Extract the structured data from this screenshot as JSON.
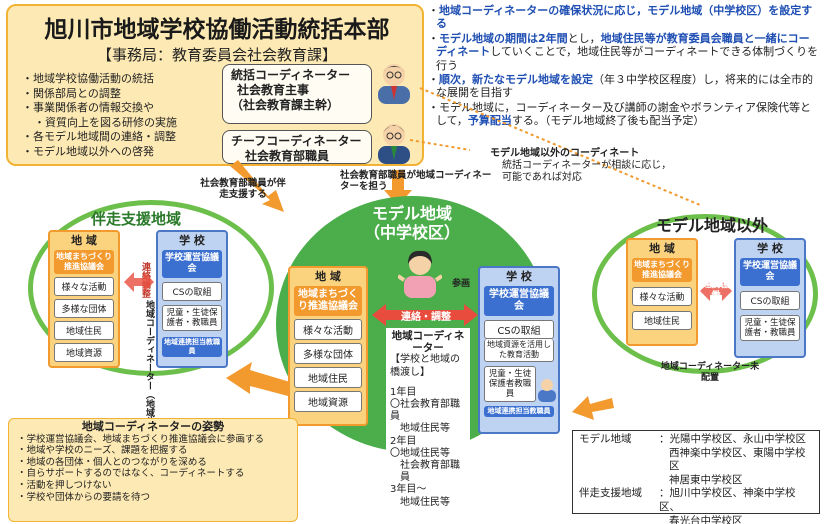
{
  "headquarters": {
    "title": "旭川市地域学校協働活動統括本部",
    "subtitle": "【事務局：教育委員会社会教育課】",
    "duties": [
      "地域学校協働活動の統括",
      "関係部局との調整",
      "事業関係者の情報交換や",
      "資質向上を図る研修の実施",
      "各モデル地域間の連絡・調整",
      "モデル地域以外への啓発"
    ],
    "role1": {
      "line1": "統括コーディネーター",
      "line2": "社会教育主事",
      "line3": "（社会教育課主幹）"
    },
    "role2": {
      "line1": "チーフコーディネーター",
      "line2": "社会教育部職員"
    }
  },
  "notes": [
    {
      "pre": "",
      "hl": "地域コーディネーターの確保状況に応じ，モデル地域（中学校区）を設定する",
      "post": ""
    },
    {
      "pre": "",
      "hl": "モデル地域の期間は2年間",
      "post": "とし，",
      "hl2": "地域住民等が教育委員会職員と一緒にコーディネート",
      "post2": "していくことで，地域住民等がコーディネートできる体制づくりを行う"
    },
    {
      "pre": "",
      "hl": "順次，新たなモデル地域を設定",
      "post": "（年３中学校区程度）し，将来的には全市的な展開を目指す"
    },
    {
      "pre": "モデル地域に，コーディネーター及び講師の謝金やボランティア保険代等として，",
      "hl": "予算配当",
      "post": "する。（モデル地域終了後も配当予定）"
    }
  ],
  "outside_coord": {
    "title": "モデル地域以外のコーディネート",
    "body": "統括コーディネーターが相談に応じ，可能であれば対応"
  },
  "labels": {
    "assist_support": "社会教育部職員が伴走支援する",
    "bears_coord": "社会教育部職員が地域コーディネーターを担う",
    "sankaku": "参画",
    "renraku": "連絡・調整",
    "renkei": "連携協働",
    "renraku_v": "連絡調整"
  },
  "assist": {
    "title": "伴走支援地域",
    "community_head": "地 域",
    "community_items": [
      "地域まちづくり推進協議会",
      "様々な活動",
      "多様な団体",
      "地域住民",
      "地域資源"
    ],
    "school_head": "学 校",
    "school_items": [
      "学校運営協議会",
      "CSの取組",
      "児童・生徒保護者・教職員"
    ],
    "coordinator": "地域コーディネーター（地域住民等）",
    "liaison": "地域連携担当教職員"
  },
  "model": {
    "title": "モデル地域",
    "subtitle": "（中学校区）",
    "community_head": "地 域",
    "community_items": [
      "地域まちづくり推進協議会",
      "様々な活動",
      "多様な団体",
      "地域住民",
      "地域資源"
    ],
    "school_head": "学 校",
    "school_items": [
      "学校運営協議会",
      "CSの取組",
      "地域資源を活用した教育活動",
      "児童・生徒保護者教職員"
    ],
    "liaison": "地域連携担当教職員",
    "coord_title": "地域コーディネーター",
    "coord_lines": [
      "【学校と地域の橋渡し】",
      "",
      "1年目",
      "〇社会教育部職員",
      "地域住民等",
      "2年目",
      "〇地域住民等",
      "社会教育部職員",
      "3年目～",
      "地域住民等"
    ]
  },
  "other": {
    "title": "モデル地域以外",
    "community_head": "地 域",
    "community_items": [
      "地域まちづくり推進協議会",
      "様々な活動",
      "地域住民"
    ],
    "school_head": "学 校",
    "school_items": [
      "学校運営協議会",
      "CSの取組",
      "児童・生徒保護者・教職員"
    ],
    "coordinator": "地域コーディネーター未配置"
  },
  "attitude": {
    "title": "地域コーディネーターの姿勢",
    "items": [
      "学校運営協議会、地域まちづくり推進協議会に参画する",
      "地域や学校のニーズ、課題を把握する",
      "地域の各団体・個人とのつながりを深める",
      "自らサポートするのではなく、コーディネートする",
      "活動を押しつけない",
      "学校や団体からの要請を待つ"
    ]
  },
  "areas": {
    "model_label": "モデル地域",
    "model_value": "：光陽中学校区、永山中学校区 西神楽中学校区、東陽中学校区 神居東中学校区",
    "model_lines": [
      "：光陽中学校区、永山中学校区",
      "西神楽中学校区、東陽中学校区",
      "神居東中学校区"
    ],
    "assist_label": "伴走支援地域",
    "assist_lines": [
      "：旭川中学校区、神楽中学校区、",
      "春光台中学校区"
    ]
  },
  "colors": {
    "green": "#4bae4b",
    "orange": "#f29a2e",
    "blue": "#3b6fd0",
    "yellow": "#fde9b3"
  }
}
